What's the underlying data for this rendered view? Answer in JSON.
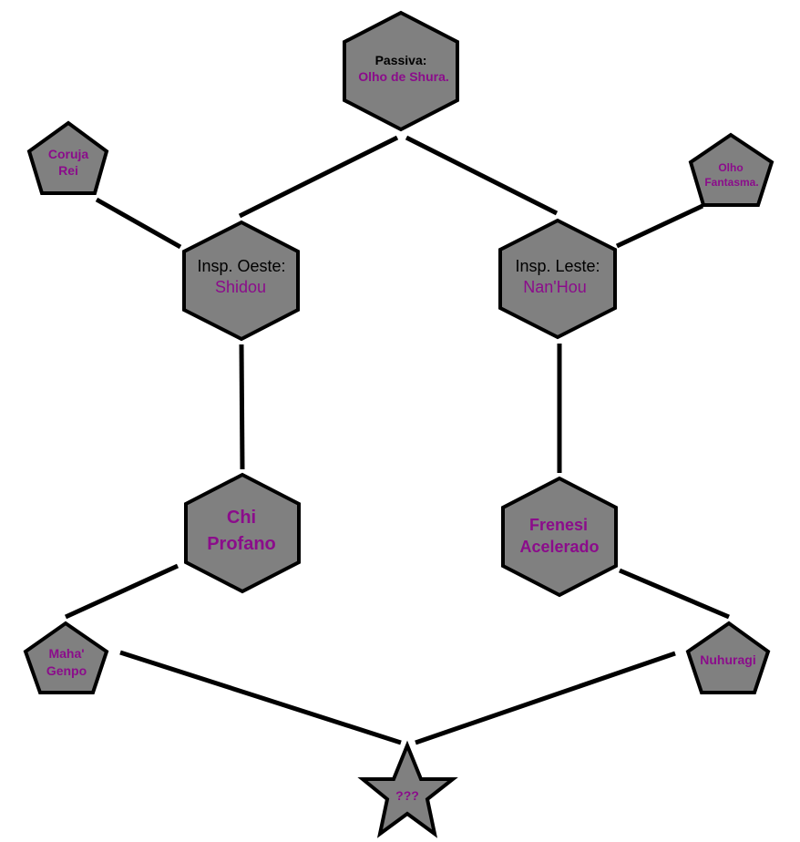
{
  "colors": {
    "background": "#ffffff",
    "node_fill": "#808080",
    "outline": "#000000",
    "label_black": "#000000",
    "label_purple": "#8b0c8b"
  },
  "nodes": {
    "passiva": {
      "shape": "hexagon",
      "heading": "Passiva:",
      "name": "Olho de Shura."
    },
    "coruja_rei": {
      "shape": "pentagon",
      "line1": "Coruja",
      "line2": "Rei"
    },
    "olho_fantasma": {
      "shape": "pentagon",
      "line1": "Olho",
      "line2": "Fantasma."
    },
    "insp_oeste": {
      "shape": "hexagon",
      "heading": "Insp. Oeste:",
      "name": "Shidou"
    },
    "insp_leste": {
      "shape": "hexagon",
      "heading": "Insp. Leste:",
      "name": "Nan'Hou"
    },
    "chi_profano": {
      "shape": "hexagon",
      "line1": "Chi",
      "line2": "Profano"
    },
    "frenesi_acelerado": {
      "shape": "hexagon",
      "line1": "Frenesi",
      "line2": "Acelerado"
    },
    "maha_genpo": {
      "shape": "pentagon",
      "line1": "Maha'",
      "line2": "Genpo"
    },
    "nuhuragi": {
      "shape": "pentagon",
      "line1": "Nuhuragi"
    },
    "final": {
      "shape": "star",
      "line1": "???"
    }
  }
}
